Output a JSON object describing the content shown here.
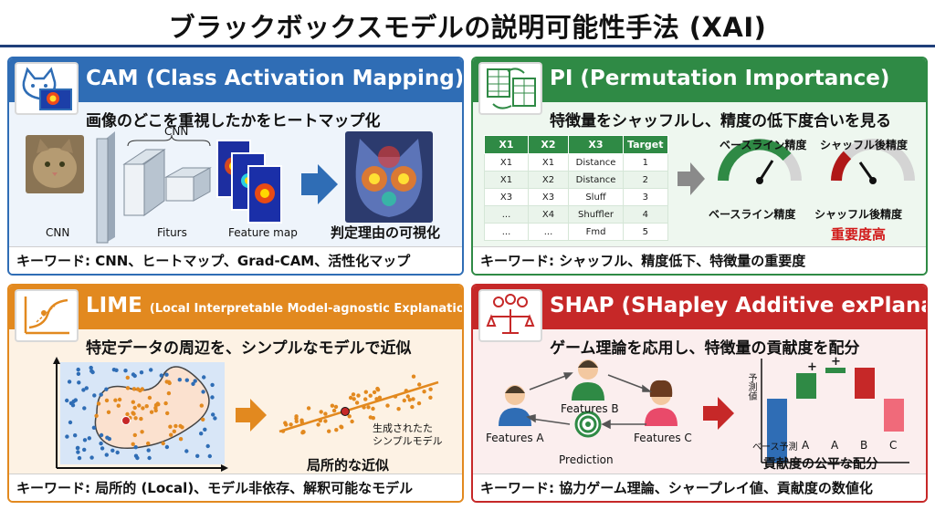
{
  "title": "ブラックボックスモデルの説明可能性手法 (XAI)",
  "cam": {
    "title": "CAM (Class Activation Mapping)",
    "subtitle": "画像のどこを重視したかをヒートマップ化",
    "labels": {
      "input": "CNN",
      "cnn_top": "CNN",
      "fiturs": "Fiturs",
      "feature_map": "Feature map",
      "visualize": "判定理由の可視化"
    },
    "keywords": "キーワード: CNN、ヒートマップ、Grad-CAM、活性化マップ",
    "colors": {
      "accent": "#2f6db5"
    }
  },
  "pi": {
    "title": "PI (Permutation Importance)",
    "subtitle": "特徴量をシャッフルし、精度の低下度合いを見る",
    "table": {
      "headers": [
        "X1",
        "X2",
        "X3",
        "Target"
      ],
      "rows": [
        [
          "X1",
          "X1",
          "Distance",
          "1"
        ],
        [
          "X1",
          "X2",
          "Distance",
          "2"
        ],
        [
          "X3",
          "X3",
          "Sluff",
          "3"
        ],
        [
          "...",
          "X4",
          "Shuffler",
          "4"
        ],
        [
          "...",
          "...",
          "Fmd",
          "5"
        ]
      ]
    },
    "gauges": {
      "baseline_top": "ベースライン精度",
      "shuffled_top": "シャッフル後精度",
      "baseline_bottom": "ベースライン精度",
      "shuffled_bottom": "シャッフル後精度",
      "high_importance": "重要度高"
    },
    "keywords": "キーワード: シャッフル、精度低下、特徴量の重要度",
    "colors": {
      "accent": "#2f8a45"
    }
  },
  "lime": {
    "title": "LIME",
    "title_small": "(Local Interpretable Model-agnostic Explanations)",
    "subtitle": "特定データの周辺を、シンプルなモデルで近似",
    "labels": {
      "simple_model": "生成されたた\nシンプルモデル",
      "simple_model_line1": "生成されたた",
      "simple_model_line2": "シンプルモデル",
      "local_approx": "局所的な近似"
    },
    "keywords": "キーワード: 局所的 (Local)、モデル非依存、解釈可能なモデル",
    "colors": {
      "accent": "#e2891f"
    }
  },
  "shap": {
    "title": "SHAP (SHapley Additive exPlanations)",
    "subtitle": "ゲーム理論を応用し、特徴量の貢献度を配分",
    "labels": {
      "features_a": "Features A",
      "features_b": "Features B",
      "features_c": "Features C",
      "prediction": "Prediction",
      "y_axis": "予測値",
      "fair_allocation": "貢献度の公平な配分"
    },
    "bar_chart": {
      "categories": [
        "ベース予測",
        "A",
        "A",
        "B",
        "C"
      ],
      "plus_signs": [
        "+",
        "+"
      ]
    },
    "keywords": "キーワード: 協力ゲーム理論、シャープレイ値、貢献度の数値化",
    "colors": {
      "accent": "#c62828"
    }
  }
}
